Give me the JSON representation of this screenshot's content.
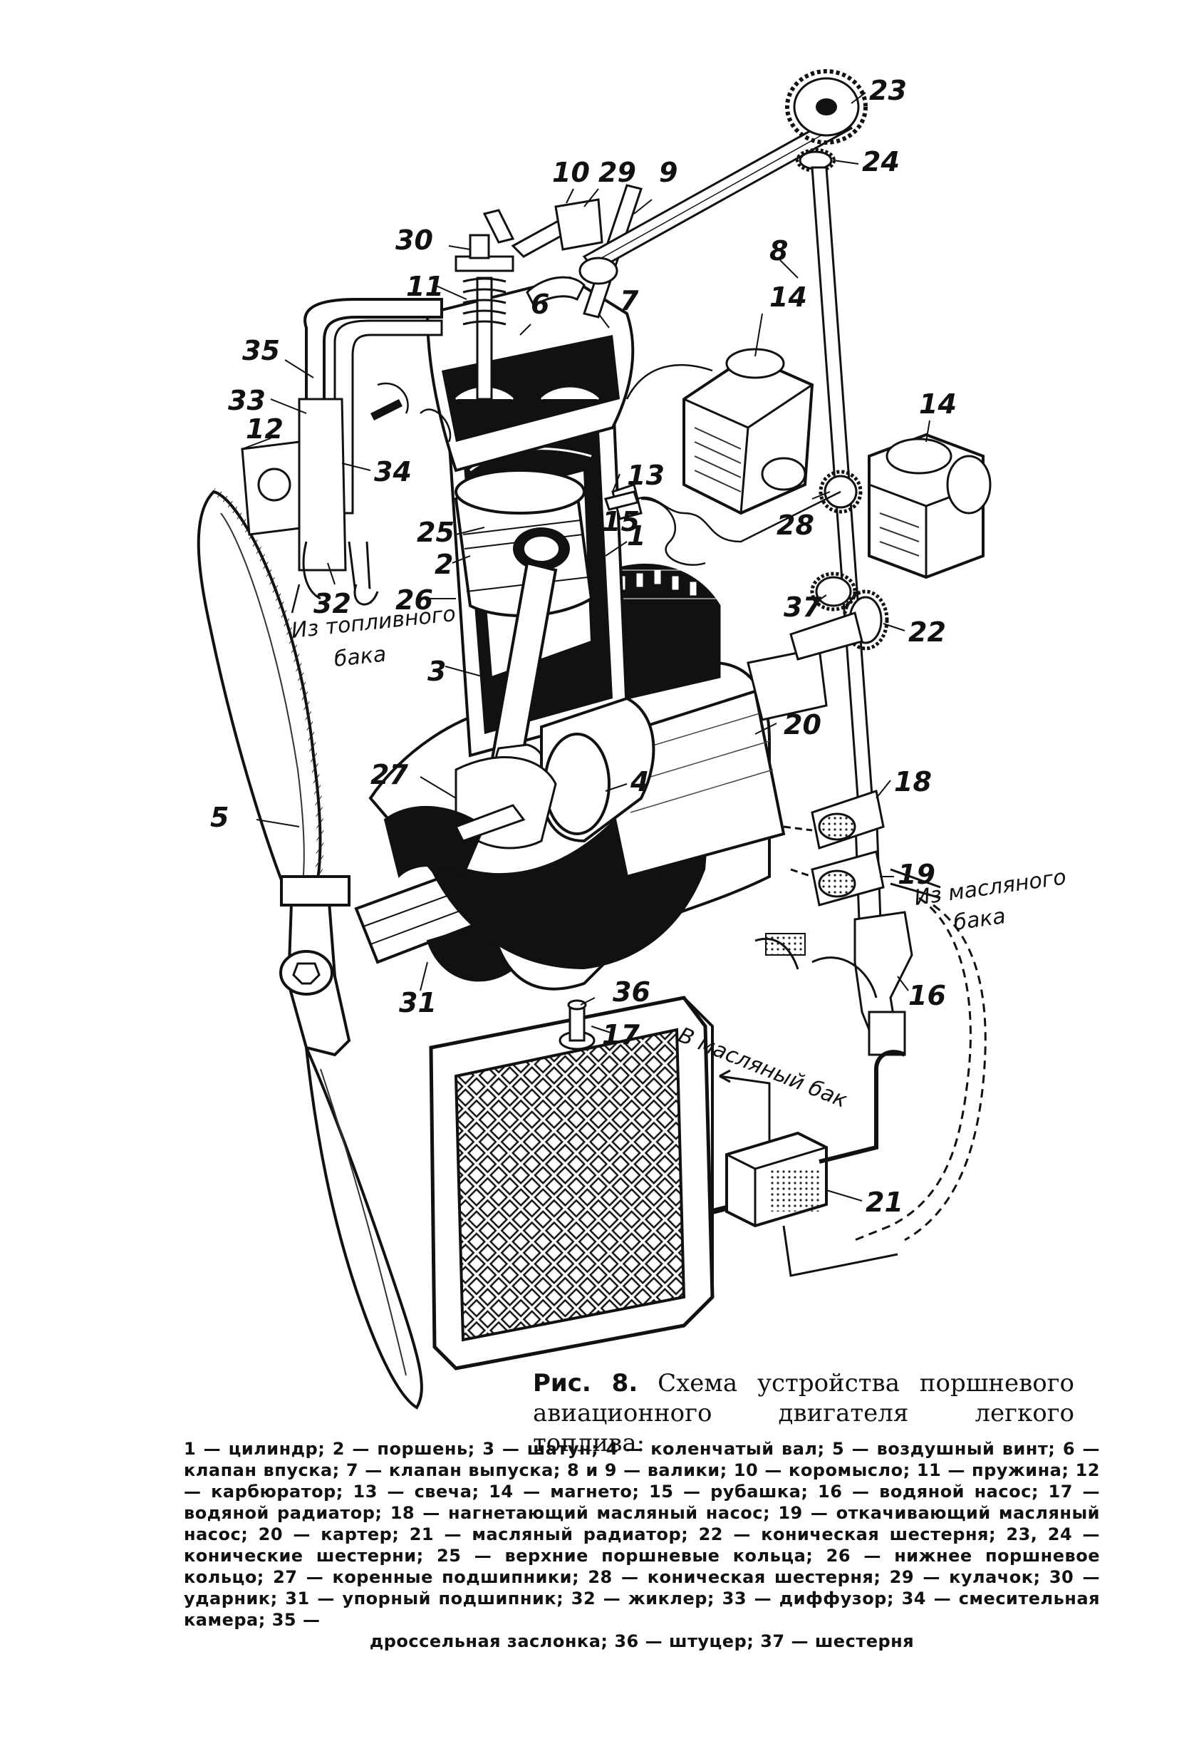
{
  "callouts": {
    "n1": "1",
    "n2": "2",
    "n3": "3",
    "n4": "4",
    "n5": "5",
    "n6": "6",
    "n7": "7",
    "n8": "8",
    "n9": "9",
    "n10": "10",
    "n11": "11",
    "n12": "12",
    "n13": "13",
    "n14a": "14",
    "n14b": "14",
    "n15": "15",
    "n16": "16",
    "n17": "17",
    "n18": "18",
    "n19": "19",
    "n20": "20",
    "n21": "21",
    "n22": "22",
    "n23": "23",
    "n24": "24",
    "n25": "25",
    "n26": "26",
    "n27": "27",
    "n28": "28",
    "n29": "29",
    "n30": "30",
    "n31": "31",
    "n32": "32",
    "n33": "33",
    "n34": "34",
    "n35": "35",
    "n36": "36",
    "n37": "37"
  },
  "notes": {
    "fuel_line1": "Из топливного",
    "fuel_line2": "бака",
    "oil_in_line1": "Из масляного",
    "oil_in_line2": "бака",
    "oil_out": "В масляный бак"
  },
  "caption": {
    "label": "Рис. 8.",
    "title": "Схема устройства поршневого авиационного двигателя легкого топлива:",
    "legend": "1 — цилиндр; 2 — поршень; 3 — шатун; 4 — коленчатый вал; 5 — воздушный винт; 6 — клапан впуска; 7 — клапан выпуска; 8 и 9 — валики; 10 — коромысло; 11 — пружина; 12 — карбюратор; 13 — свеча; 14 — магнето; 15 — рубашка; 16 — водяной насос; 17 — водяной радиатор; 18 — нагнетающий масляный насос; 19 — откачивающий масляный насос; 20 — картер; 21 — масляный радиатор; 22 — коническая шестерня; 23, 24 — конические шестерни; 25 — верхние поршневые кольца; 26 — нижнее поршневое кольцо; 27 — коренные подшипники; 28 — коническая шестерня; 29 — кулачок; 30 — ударник; 31 — упорный подшипник; 32 — жиклер; 33 — диффузор; 34 — смесительная камера; 35 —",
    "legend_last": "дроссельная заслонка; 36 — штуцер; 37 — шестерня"
  }
}
